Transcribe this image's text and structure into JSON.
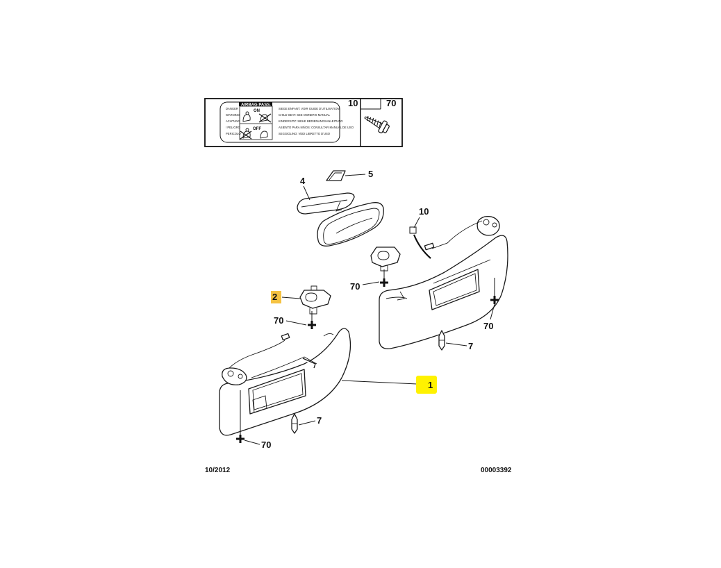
{
  "header_box": {
    "label": {
      "title": "AIRBAG PASS.",
      "on": "ON",
      "off": "OFF",
      "warn_words": [
        "DANGER",
        "WARNING",
        "ACHTUNG",
        "! PELIGRO",
        "PERICOLO"
      ],
      "lines": [
        "SIEGE ENFANT: VOIR GUIDE D'UTILISATION",
        "CHILD SEAT: SEE OWNER'S MANUAL",
        "KINDERSITZ: SIEHE BEDIENUNGSANLEITUNG",
        "ASIENTO PARA NIÑOS: CONSULTAR MANUAL DE USO",
        "SEGGIOLINO: VEDI LIBRETTO D'USO"
      ]
    },
    "col_10": "10",
    "col_70": "70"
  },
  "callouts": {
    "c1": "1",
    "c2": "2",
    "c4": "4",
    "c5": "5",
    "c7a": "7",
    "c7b": "7",
    "c10": "10",
    "c70a": "70",
    "c70b": "70",
    "c70c": "70",
    "c70d": "70"
  },
  "highlights": {
    "callout_1_color": "#fff200",
    "callout_2_color": "#f5c242"
  },
  "footer": {
    "date": "10/2012",
    "ref": "00003392"
  }
}
